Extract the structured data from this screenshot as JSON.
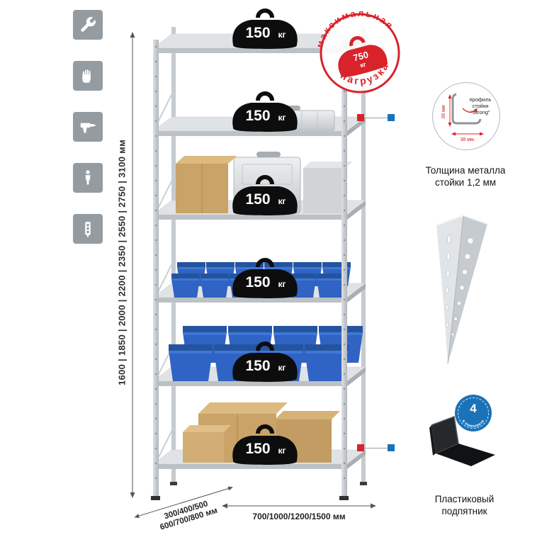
{
  "colors": {
    "accent_red": "#d8232a",
    "accent_blue": "#1a73b8",
    "icon_gray": "#949ba1",
    "metal_light": "#e0e3e5",
    "bin_blue": "#2f63c4",
    "cardboard": "#c9a368"
  },
  "left_icons": [
    {
      "name": "wrench-icon"
    },
    {
      "name": "gloves-icon"
    },
    {
      "name": "drill-icon"
    },
    {
      "name": "person-height-icon"
    },
    {
      "name": "power-strip-icon"
    }
  ],
  "dimensions": {
    "heights": "1600 | 1850 | 2000 | 2200 | 2350 | 2550 | 2750 | 3100 мм",
    "depth_line1": "300/400/500",
    "depth_line2": "600/700/800 мм",
    "width": "700/1000/1200/1500 мм"
  },
  "shelf_badge": {
    "value": "150",
    "unit": "кг"
  },
  "max_load_stamp": {
    "arc_top": "максимальная",
    "arc_bottom": "нагрузка",
    "value": "750",
    "unit": "кг"
  },
  "profile_callout": {
    "line1": "профиль",
    "line2": "стойки",
    "line3": "\"Strong\"",
    "dim_v": "38 мм",
    "dim_h": "38 мм.",
    "caption1": "Толщина металла",
    "caption2": "стойки 1,2 мм"
  },
  "foot_callout": {
    "badge_value": "4",
    "badge_text": "в комплекте",
    "caption1": "Пластиковый",
    "caption2": "подпятник"
  }
}
